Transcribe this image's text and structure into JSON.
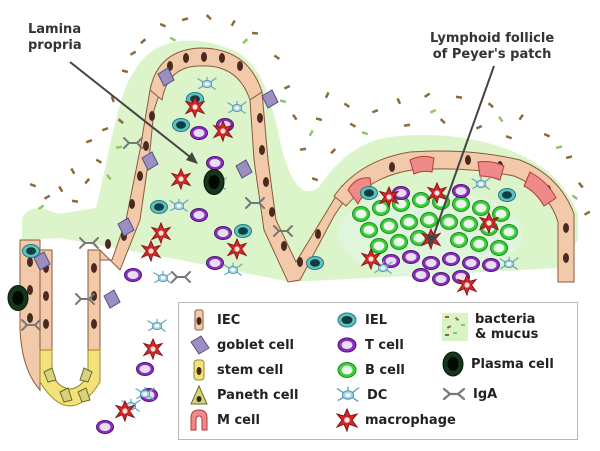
{
  "labels": {
    "lamina_propria": [
      "Lamina",
      "propria"
    ],
    "lymphoid_follicle": [
      "Lymphoid follicle",
      "of Peyer's patch"
    ]
  },
  "legend": {
    "iec": "IEC",
    "goblet_cell": "goblet cell",
    "stem_cell": "stem cell",
    "paneth_cell": "Paneth cell",
    "m_cell": "M cell",
    "iel": "IEL",
    "t_cell": "T cell",
    "b_cell": "B cell",
    "dc": "DC",
    "macrophage": "macrophage",
    "bacteria_mucus": [
      "bacteria",
      "& mucus"
    ],
    "plasma_cell": "Plasma cell",
    "iga": "IgA"
  },
  "colors": {
    "iec_fill": "#f2c9a9",
    "iec_nucleus": "#4a2a1e",
    "goblet": "#9a8fc0",
    "stem": "#f3e27a",
    "paneth": "#d8d27a",
    "m_cell": "#ef8a8a",
    "iel": "#5fc0c2",
    "t_cell": "#8a2fc2",
    "b_cell": "#38d038",
    "dc": "#a7d3e6",
    "macrophage": "#d22a2a",
    "mucus": "#d8f3c4",
    "plasma": "#0e2a0e"
  }
}
